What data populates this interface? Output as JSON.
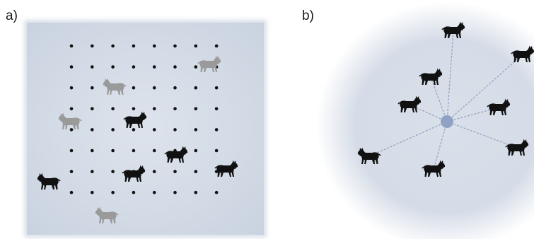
{
  "panel_a": {
    "label": "a)",
    "trap_grid": {
      "columns": 8,
      "rows": 8
    },
    "animals": [
      {
        "status": "detected"
      },
      {
        "status": "detected"
      },
      {
        "status": "detected"
      },
      {
        "status": "detected"
      },
      {
        "status": "detected"
      },
      {
        "status": "undetected"
      },
      {
        "status": "undetected"
      },
      {
        "status": "undetected"
      },
      {
        "status": "undetected"
      }
    ]
  },
  "panel_b": {
    "label": "b)",
    "center_point": "camera-trap",
    "animals_count": 8
  },
  "colors": {
    "background_fade": "#d3dbe6",
    "trap_dot": "#111111",
    "detected_animal": "#111111",
    "undetected_animal": "#9a9a9a",
    "center_point": "#8fa2c4",
    "spoke_line": "#8fa0bd"
  },
  "icons": {
    "animal": "lynx-icon",
    "trap": "trap-dot-icon"
  }
}
